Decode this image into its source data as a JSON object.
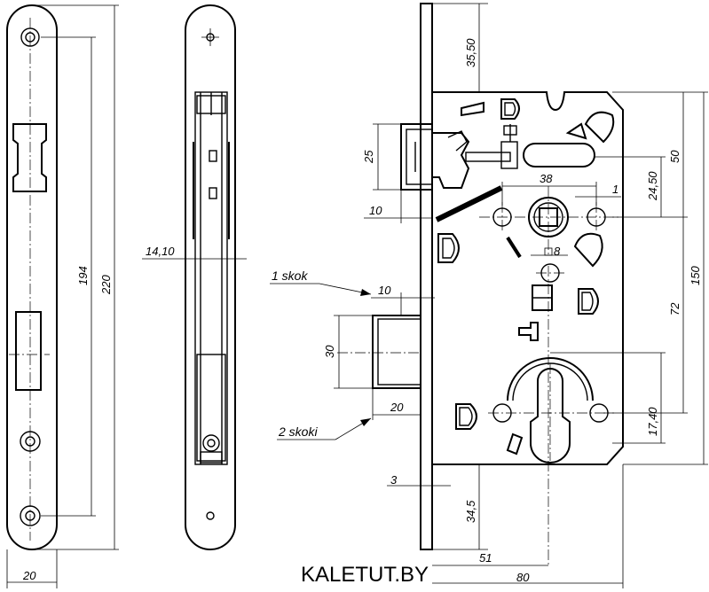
{
  "brand": "KALETUT.BY",
  "labels": {
    "one_throw": "1 skok",
    "two_throws": "2 skoki"
  },
  "dimensions": {
    "faceplate_width": "20",
    "faceplate_length": "220",
    "hole_spacing": "194",
    "faceplate_thickness": "14,10",
    "top_to_body": "35,50",
    "latch_height": "25",
    "latch_projection": "10",
    "body_to_spindle": "50",
    "spindle_to_latch": "24,50",
    "spindle_hole_spacing": "38",
    "small_offset": "1",
    "square_spindle": "8",
    "body_height": "150",
    "center_distance": "72",
    "bolt_projection": "10",
    "bolt_height": "30",
    "bolt_width": "20",
    "cylinder_offset": "17,40",
    "plate_thickness": "3",
    "bottom_to_cylinder": "34,5",
    "backset": "51",
    "body_depth": "80"
  }
}
